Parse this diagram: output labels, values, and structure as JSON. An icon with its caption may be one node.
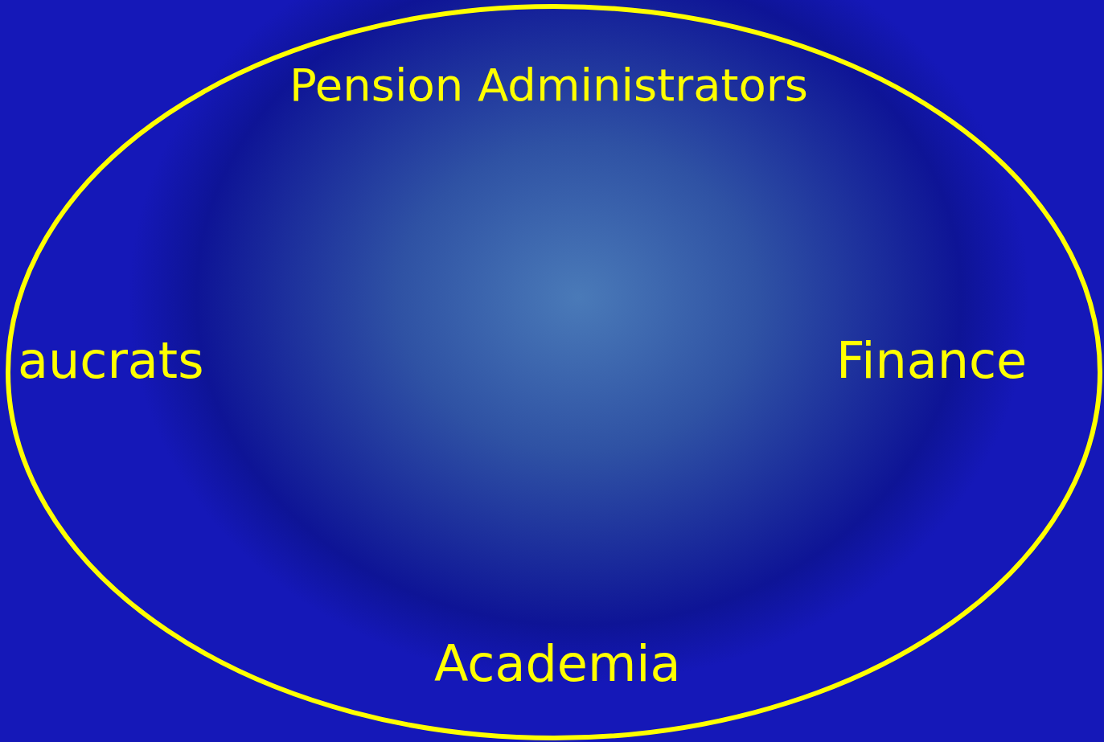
{
  "diagram": {
    "labels": [
      "Pension Administrators",
      "aucrats",
      "Finance",
      "Academia"
    ]
  }
}
